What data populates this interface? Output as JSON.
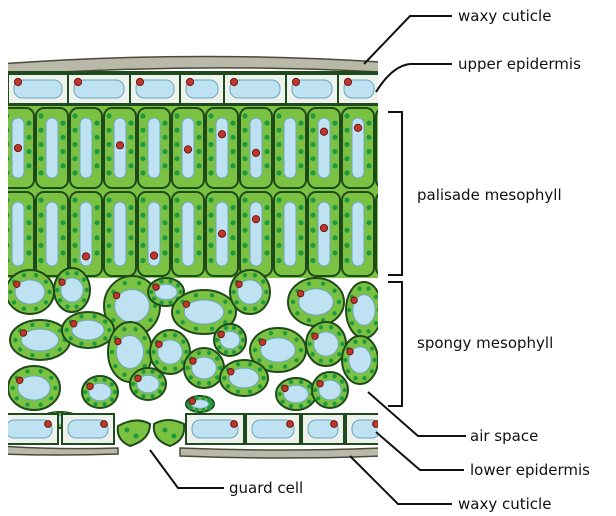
{
  "labels": {
    "waxy_cuticle_top": "waxy  cuticle",
    "upper_epidermis": "upper epidermis",
    "palisade_mesophyll": "palisade mesophyll",
    "spongy_mesophyll": "spongy mesophyll",
    "air_space": "air space",
    "guard_cell": "guard  cell",
    "lower_epidermis": "lower epidermis",
    "waxy_cuticle_bottom": "waxy  cuticle"
  },
  "colors": {
    "cuticle": "#b8b8a8",
    "epidermis_fill": "#e9eee6",
    "vacuole": "#bfe2f2",
    "cell_green": "#7cc242",
    "cell_border": "#1f4a1b",
    "chloroplast": "#1e9a3e",
    "nucleus": "#c0362c",
    "line": "#111111"
  }
}
